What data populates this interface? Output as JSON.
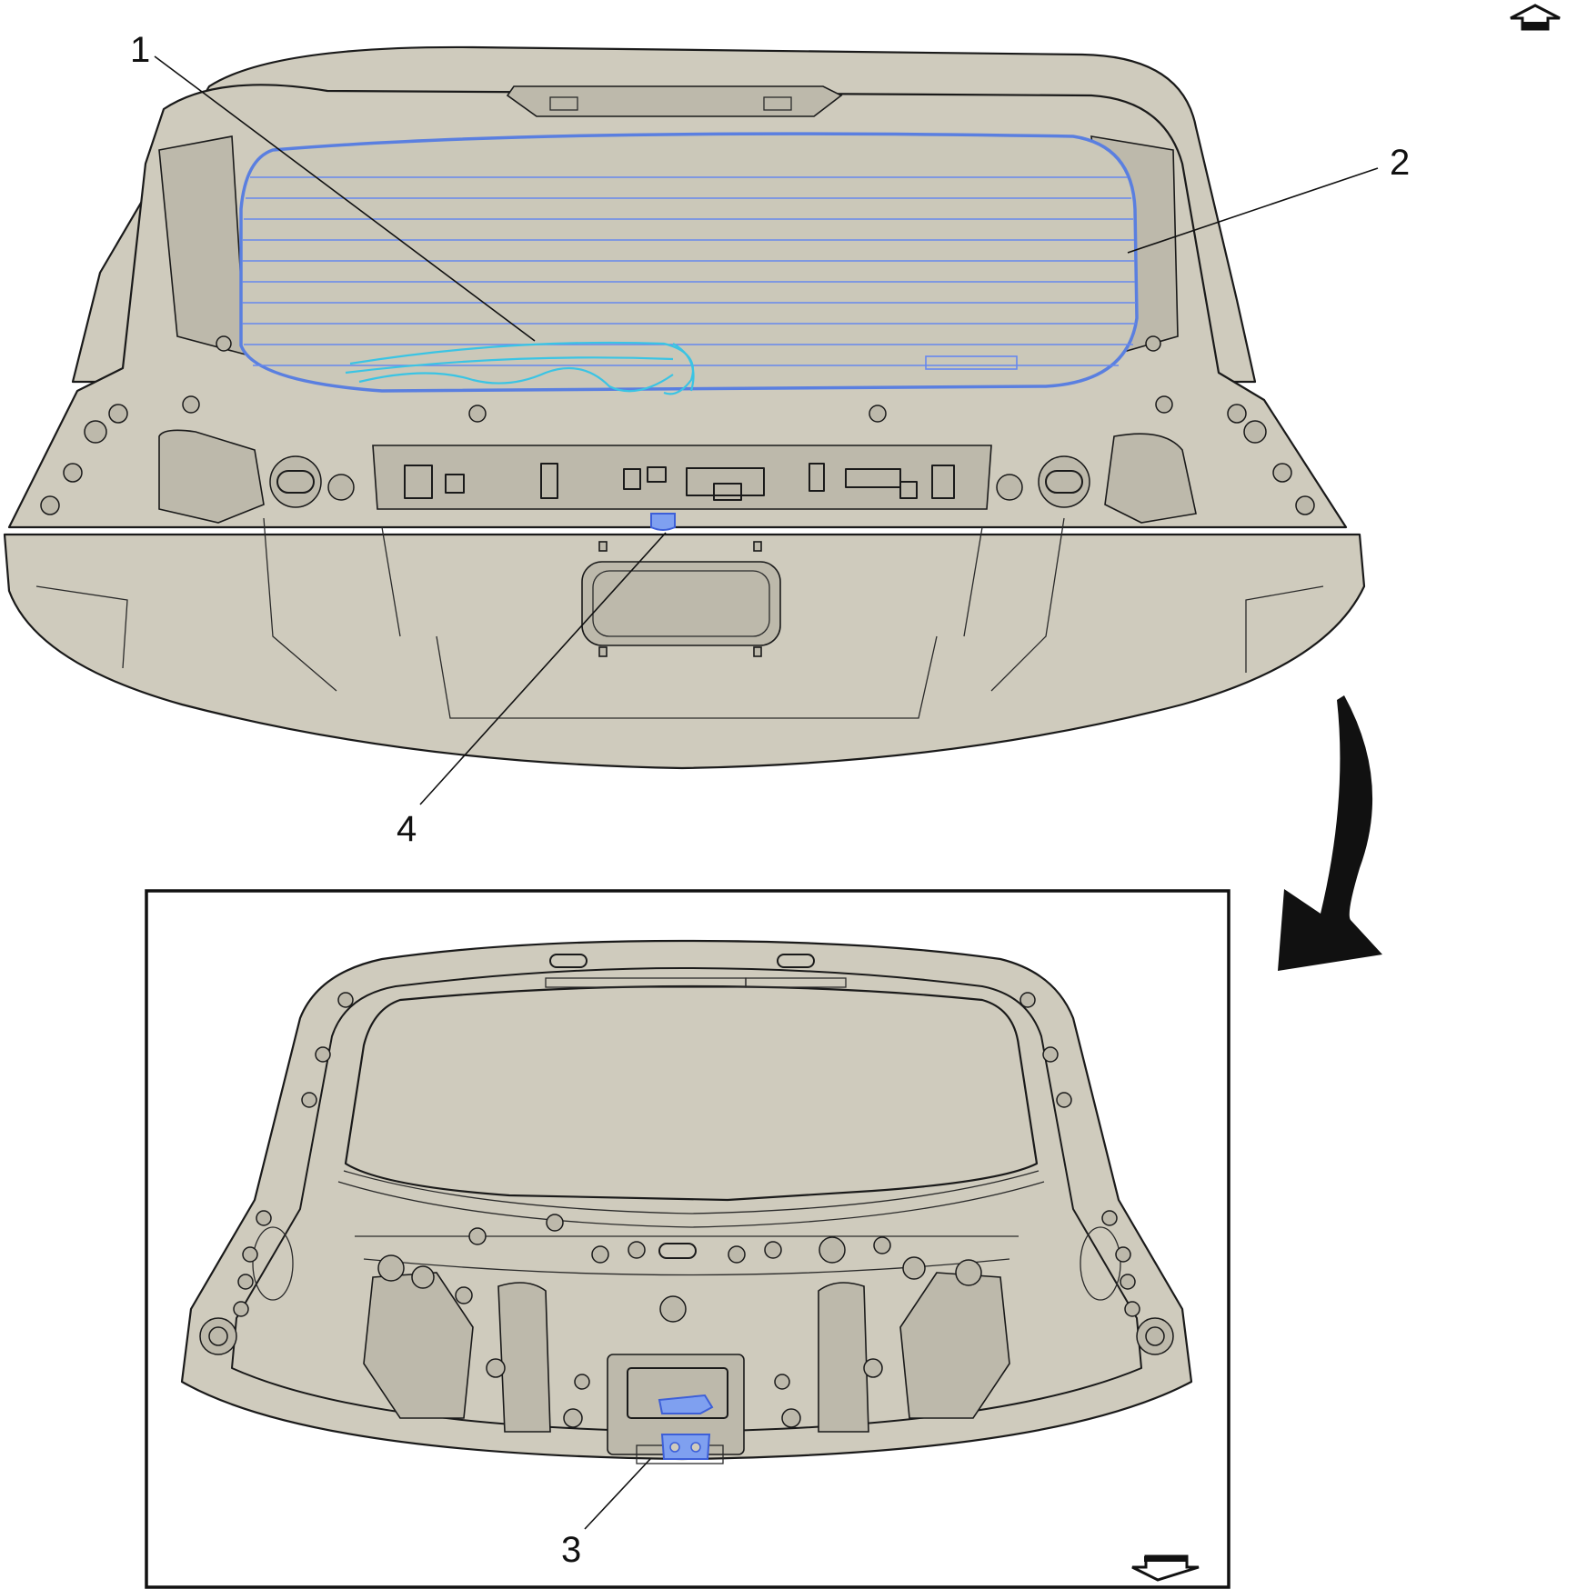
{
  "callouts": [
    {
      "id": "1",
      "label": "1"
    },
    {
      "id": "2",
      "label": "2"
    },
    {
      "id": "3",
      "label": "3"
    },
    {
      "id": "4",
      "label": "4"
    }
  ],
  "views": {
    "top": {
      "icon": "view-up-arrow-icon"
    },
    "bottom": {
      "icon": "view-down-arrow-icon"
    },
    "transition": {
      "icon": "curved-arrow-icon"
    }
  },
  "colors": {
    "panel_fill": "#cfcbbd",
    "outline": "#1a1a1a",
    "highlight_blue": "#5a7fe0",
    "highlight_cyan": "#3ac4e4",
    "background": "#ffffff"
  }
}
